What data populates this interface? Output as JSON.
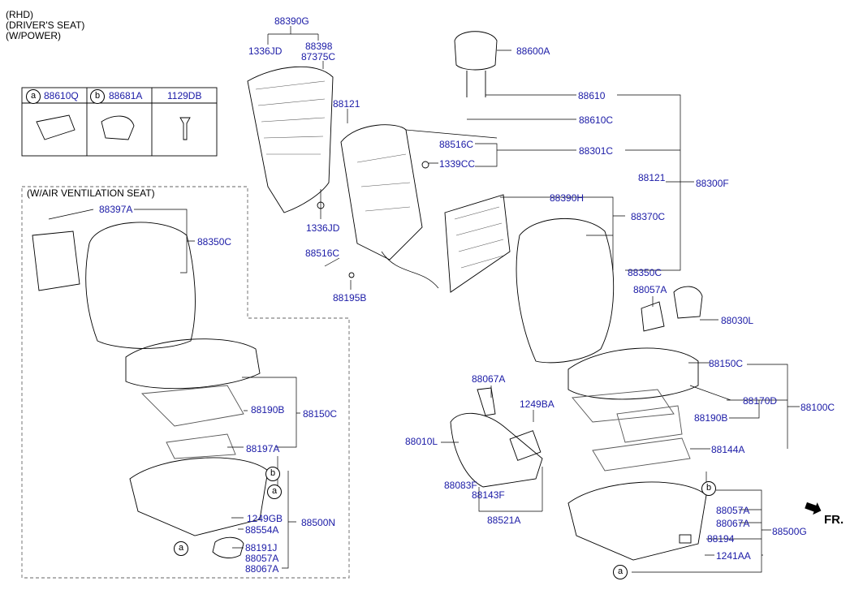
{
  "header": [
    "(RHD)",
    "(DRIVER'S SEAT)",
    "(W/POWER)"
  ],
  "vent_label": "(W/AIR VENTILATION SEAT)",
  "front_label": "FR.",
  "parts_table": [
    {
      "marker": "a",
      "part": "88610Q"
    },
    {
      "marker": "b",
      "part": "88681A"
    },
    {
      "marker": "",
      "part": "1129DB"
    }
  ],
  "labels": {
    "p88390G": "88390G",
    "p1336JD_a": "1336JD",
    "p88398": "88398",
    "p87375C": "87375C",
    "p88121_a": "88121",
    "p1336JD_b": "1336JD",
    "p88516C_a": "88516C",
    "p88195B": "88195B",
    "p88516C_b": "88516C",
    "p1339CC": "1339CC",
    "p88301C": "88301C",
    "p88600A": "88600A",
    "p88610": "88610",
    "p88610C": "88610C",
    "p88121_b": "88121",
    "p88300F": "88300F",
    "p88390H": "88390H",
    "p88370C": "88370C",
    "p88350C_b": "88350C",
    "p88057A_a": "88057A",
    "p88030L": "88030L",
    "p88397A": "88397A",
    "p88350C_a": "88350C",
    "p88190B_a": "88190B",
    "p88150C_a": "88150C",
    "p88197A": "88197A",
    "p1249GB": "1249GB",
    "p88554A": "88554A",
    "p88500N": "88500N",
    "p88191J": "88191J",
    "p88057A_b": "88057A",
    "p88067A_b": "88067A",
    "p88067A_a": "88067A",
    "p1249BA": "1249BA",
    "p88010L": "88010L",
    "p88083F": "88083F",
    "p88143F": "88143F",
    "p88521A": "88521A",
    "p88150C_b": "88150C",
    "p88170D": "88170D",
    "p88100C": "88100C",
    "p88190B_b": "88190B",
    "p88144A": "88144A",
    "p88057A_c": "88057A",
    "p88067A_c": "88067A",
    "p88500G": "88500G",
    "p88194": "88194",
    "p1241AA": "1241AA"
  },
  "markers": {
    "b1": "b",
    "a1": "a",
    "a2": "a",
    "b2": "b",
    "a3": "a"
  }
}
